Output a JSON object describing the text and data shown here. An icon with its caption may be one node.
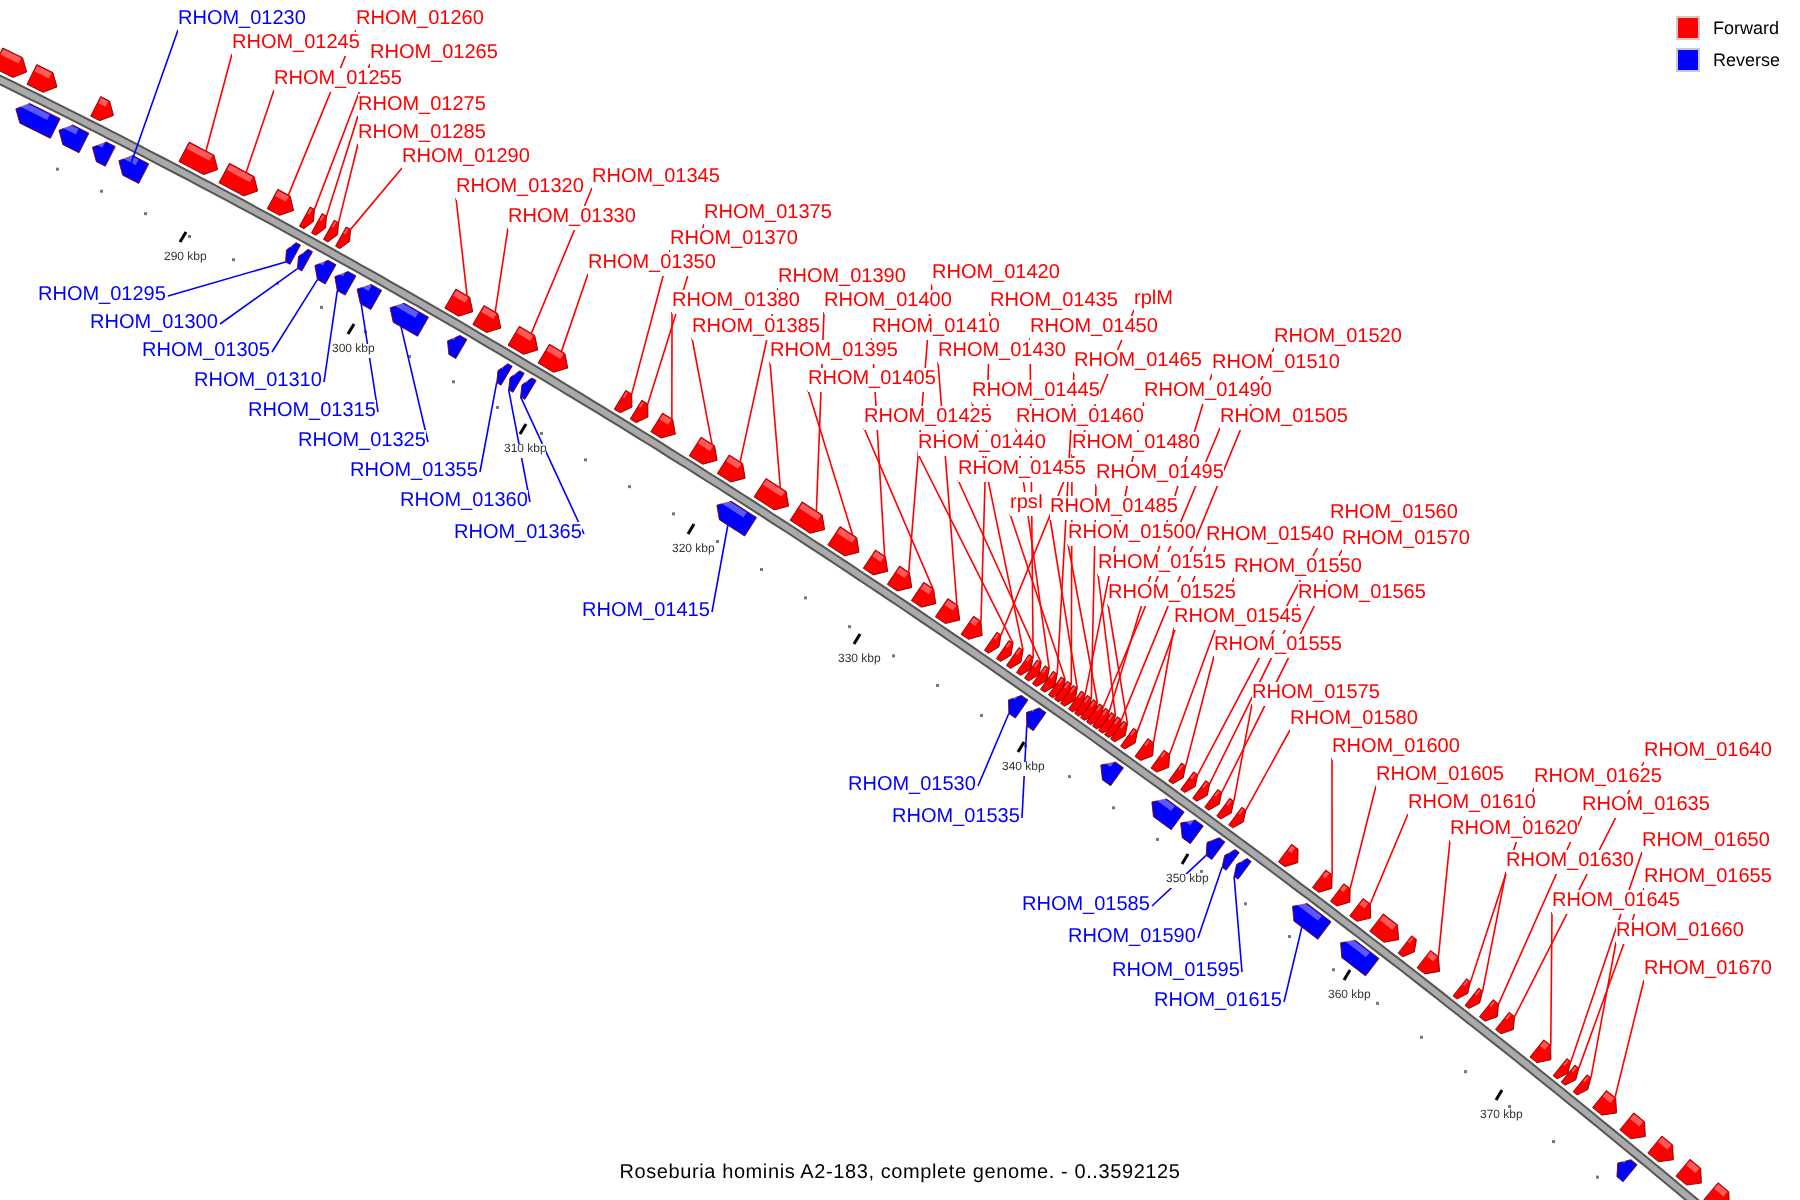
{
  "diagram": {
    "caption": "Roseburia hominis A2-183, complete genome. - 0..3592125",
    "nodes": [
      {
        "text": [
          "RHOM_01230"
        ]
      },
      {
        "text": [
          "RHOM_01245"
        ]
      },
      {
        "text": [
          "RHOM_01255"
        ]
      },
      {
        "text": [
          "RHOM_01260"
        ]
      },
      {
        "text": [
          "RHOM_01265"
        ]
      },
      {
        "text": [
          "RHOM_01275"
        ]
      },
      {
        "text": [
          "RHOM_01285"
        ]
      },
      {
        "text": [
          "RHOM_01290"
        ]
      },
      {
        "text": [
          "RHOM_01295"
        ]
      },
      {
        "text": [
          "RHOM_01300"
        ]
      },
      {
        "text": [
          "RHOM_01305"
        ]
      },
      {
        "text": [
          "RHOM_01310"
        ]
      },
      {
        "text": [
          "RHOM_01315"
        ]
      },
      {
        "text": [
          "RHOM_01320"
        ]
      },
      {
        "text": [
          "RHOM_01325"
        ]
      },
      {
        "text": [
          "RHOM_01330"
        ]
      },
      {
        "text": [
          "RHOM_01345"
        ]
      },
      {
        "text": [
          "RHOM_01350"
        ]
      },
      {
        "text": [
          "RHOM_01355"
        ]
      },
      {
        "text": [
          "RHOM_01360"
        ]
      },
      {
        "text": [
          "RHOM_01365"
        ]
      },
      {
        "text": [
          "RHOM_01370"
        ]
      },
      {
        "text": [
          "RHOM_01375"
        ]
      },
      {
        "text": [
          "RHOM_01380"
        ]
      },
      {
        "text": [
          "RHOM_01385"
        ]
      },
      {
        "text": [
          "RHOM_01390"
        ]
      },
      {
        "text": [
          "RHOM_01395"
        ]
      },
      {
        "text": [
          "RHOM_01400"
        ]
      },
      {
        "text": [
          "RHOM_01405"
        ]
      },
      {
        "text": [
          "RHOM_01410"
        ]
      },
      {
        "text": [
          "RHOM_01415"
        ]
      },
      {
        "text": [
          "RHOM_01420"
        ]
      },
      {
        "text": [
          "RHOM_01425"
        ]
      },
      {
        "text": [
          "RHOM_01430"
        ]
      },
      {
        "text": [
          "RHOM_01435"
        ]
      },
      {
        "text": [
          "rplM"
        ]
      },
      {
        "text": [
          "RHOM_01440"
        ]
      },
      {
        "text": [
          "RHOM_01445"
        ]
      },
      {
        "text": [
          "RHOM_01450"
        ]
      },
      {
        "text": [
          "RHOM_01455"
        ]
      },
      {
        "text": [
          "RHOM_01460"
        ]
      },
      {
        "text": [
          "RHOM_01465"
        ]
      },
      {
        "text": [
          "rpsI"
        ]
      },
      {
        "text": [
          "RHOM_01480"
        ]
      },
      {
        "text": [
          "RHOM_01485"
        ]
      },
      {
        "text": [
          "RHOM_01490"
        ]
      },
      {
        "text": [
          "RHOM_01495"
        ]
      },
      {
        "text": [
          "RHOM_01500"
        ]
      },
      {
        "text": [
          "RHOM_01505"
        ]
      },
      {
        "text": [
          "RHOM_01510"
        ]
      },
      {
        "text": [
          "RHOM_01515"
        ]
      },
      {
        "text": [
          "RHOM_01520"
        ]
      },
      {
        "text": [
          "RHOM_01525"
        ]
      },
      {
        "text": [
          "RHOM_01530"
        ]
      },
      {
        "text": [
          "RHOM_01535"
        ]
      },
      {
        "text": [
          "RHOM_01540"
        ]
      },
      {
        "text": [
          "RHOM_01545"
        ]
      },
      {
        "text": [
          "RHOM_01550"
        ]
      },
      {
        "text": [
          "RHOM_01555"
        ]
      },
      {
        "text": [
          "RHOM_01560"
        ]
      },
      {
        "text": [
          "RHOM_01565"
        ]
      },
      {
        "text": [
          "RHOM_01570"
        ]
      },
      {
        "text": [
          "RHOM_01575"
        ]
      },
      {
        "text": [
          "RHOM_01580"
        ]
      },
      {
        "text": [
          "RHOM_01585"
        ]
      },
      {
        "text": [
          "RHOM_01590"
        ]
      },
      {
        "text": [
          "RHOM_01595"
        ]
      },
      {
        "text": [
          "RHOM_01600"
        ]
      },
      {
        "text": [
          "RHOM_01605"
        ]
      },
      {
        "text": [
          "RHOM_01610"
        ]
      },
      {
        "text": [
          "RHOM_01615"
        ]
      },
      {
        "text": [
          "RHOM_01620"
        ]
      },
      {
        "text": [
          "RHOM_01625"
        ]
      },
      {
        "text": [
          "RHOM_01630"
        ]
      },
      {
        "text": [
          "RHOM_01635"
        ]
      },
      {
        "text": [
          "RHOM_01640"
        ]
      },
      {
        "text": [
          "RHOM_01645"
        ]
      },
      {
        "text": [
          "RHOM_01650"
        ]
      },
      {
        "text": [
          "RHOM_01655"
        ]
      },
      {
        "text": [
          "RHOM_01660"
        ]
      },
      {
        "text": [
          "RHOM_01670"
        ]
      },
      {
        "text": [],
        "shape": "box"
      },
      {
        "text": [],
        "shape": "box"
      },
      {
        "text": [],
        "shape": "box"
      },
      {
        "text": [],
        "shape": "box"
      },
      {
        "text": [],
        "shape": "box"
      },
      {
        "text": [],
        "shape": "box"
      },
      {
        "text": [],
        "shape": "box"
      },
      {
        "text": [],
        "shape": "box"
      },
      {
        "text": [],
        "shape": "box"
      },
      {
        "text": [],
        "shape": "box"
      },
      {
        "text": [],
        "shape": "box"
      },
      {
        "text": [],
        "shape": "box"
      },
      {
        "text": [],
        "shape": "box"
      },
      {
        "text": [],
        "shape": "box"
      },
      {
        "text": [],
        "shape": "box"
      },
      {
        "text": [],
        "shape": "box"
      },
      {
        "text": [],
        "shape": "box"
      },
      {
        "text": [],
        "shape": "box"
      },
      {
        "text": [],
        "shape": "box"
      },
      {
        "text": [],
        "shape": "box"
      },
      {
        "text": [],
        "shape": "box"
      },
      {
        "text": [],
        "shape": "box"
      },
      {
        "text": [],
        "shape": "box"
      },
      {
        "text": [],
        "shape": "box"
      },
      {
        "text": [],
        "shape": "box"
      },
      {
        "text": [],
        "shape": "box"
      },
      {
        "text": [],
        "shape": "box"
      },
      {
        "text": [],
        "shape": "box"
      },
      {
        "text": [],
        "shape": "box"
      },
      {
        "text": [],
        "shape": "box"
      },
      {
        "text": [],
        "shape": "box"
      },
      {
        "text": [],
        "shape": "box"
      },
      {
        "text": [],
        "shape": "box"
      },
      {
        "text": [],
        "shape": "box"
      },
      {
        "text": [],
        "shape": "box"
      },
      {
        "text": [],
        "shape": "box"
      },
      {
        "text": [],
        "shape": "box"
      },
      {
        "text": [],
        "shape": "box"
      },
      {
        "text": [],
        "shape": "box"
      },
      {
        "text": [],
        "shape": "box"
      },
      {
        "text": [],
        "shape": "box"
      },
      {
        "text": [],
        "shape": "box"
      },
      {
        "text": [],
        "shape": "box"
      },
      {
        "text": [],
        "shape": "box"
      },
      {
        "text": [],
        "shape": "box"
      },
      {
        "text": [],
        "shape": "box"
      },
      {
        "text": [],
        "shape": "box"
      },
      {
        "text": [],
        "shape": "box"
      },
      {
        "text": [],
        "shape": "box"
      },
      {
        "text": [],
        "shape": "box"
      },
      {
        "text": [],
        "shape": "box"
      },
      {
        "text": [],
        "shape": "box"
      },
      {
        "text": [],
        "shape": "box"
      },
      {
        "text": [],
        "shape": "box"
      },
      {
        "text": [],
        "shape": "box"
      },
      {
        "text": [],
        "shape": "box"
      },
      {
        "text": [],
        "shape": "box"
      },
      {
        "text": [],
        "shape": "box"
      },
      {
        "text": [],
        "shape": "box"
      },
      {
        "text": [],
        "shape": "box"
      },
      {
        "text": [],
        "shape": "box"
      },
      {
        "text": [],
        "shape": "box"
      },
      {
        "text": [],
        "shape": "box"
      },
      {
        "text": [],
        "shape": "box"
      },
      {
        "text": [],
        "shape": "box"
      },
      {
        "text": [],
        "shape": "box"
      },
      {
        "text": [],
        "shape": "box"
      },
      {
        "text": [],
        "shape": "box"
      },
      {
        "text": [],
        "shape": "box"
      },
      {
        "text": [],
        "shape": "box"
      },
      {
        "text": [],
        "shape": "box"
      },
      {
        "text": [],
        "shape": "box"
      },
      {
        "text": [],
        "shape": "box"
      },
      {
        "text": [],
        "shape": "box"
      },
      {
        "text": [],
        "shape": "box"
      },
      {
        "text": [],
        "shape": "box"
      },
      {
        "text": [],
        "shape": "box"
      },
      {
        "text": [],
        "shape": "box"
      },
      {
        "text": [],
        "shape": "box"
      },
      {
        "text": [],
        "shape": "box"
      },
      {
        "text": [],
        "shape": "box"
      },
      {
        "text": [],
        "shape": "box"
      },
      {
        "text": [],
        "shape": "box"
      },
      {
        "text": [],
        "shape": "box"
      },
      {
        "text": [],
        "shape": "box"
      },
      {
        "text": [],
        "shape": "box"
      },
      {
        "text": [],
        "shape": "box"
      },
      {
        "text": [],
        "shape": "box"
      },
      {
        "text": [],
        "shape": "box"
      },
      {
        "text": [],
        "shape": "box"
      },
      {
        "text": [],
        "shape": "box"
      },
      {
        "text": [],
        "shape": "box"
      },
      {
        "text": [],
        "shape": "box"
      },
      {
        "text": [],
        "shape": "box"
      },
      {
        "text": [],
        "shape": "box"
      },
      {
        "text": [],
        "shape": "box"
      },
      {
        "text": [],
        "shape": "box"
      },
      {
        "text": [],
        "shape": "box"
      },
      {
        "text": [],
        "shape": "box"
      },
      {
        "text": [],
        "shape": "box"
      }
    ],
    "edges": [
      {
        "from": 0,
        "to": 81,
        "arrow": "none",
        "color": "#0000ff"
      },
      {
        "from": 1,
        "to": 82,
        "arrow": "none"
      },
      {
        "from": 2,
        "to": 83,
        "arrow": "none"
      },
      {
        "from": 3,
        "to": 84,
        "arrow": "none"
      },
      {
        "from": 4,
        "to": 85,
        "arrow": "none"
      },
      {
        "from": 5,
        "to": 87,
        "arrow": "none"
      },
      {
        "from": 6,
        "to": 89,
        "arrow": "none"
      },
      {
        "from": 7,
        "to": 91,
        "arrow": "none"
      },
      {
        "from": 8,
        "to": 86,
        "arrow": "none",
        "color": "#0000ff"
      },
      {
        "from": 9,
        "to": 88,
        "arrow": "none",
        "color": "#0000ff"
      },
      {
        "from": 10,
        "to": 90,
        "arrow": "none",
        "color": "#0000ff"
      },
      {
        "from": 11,
        "to": 92,
        "arrow": "none",
        "color": "#0000ff"
      },
      {
        "from": 12,
        "to": 93,
        "arrow": "none",
        "color": "#0000ff"
      },
      {
        "from": 13,
        "to": 95,
        "arrow": "none"
      },
      {
        "from": 14,
        "to": 94,
        "arrow": "none",
        "color": "#0000ff"
      },
      {
        "from": 15,
        "to": 96,
        "arrow": "none"
      },
      {
        "from": 16,
        "to": 98,
        "arrow": "none"
      },
      {
        "from": 17,
        "to": 101,
        "arrow": "none"
      },
      {
        "from": 18,
        "to": 97,
        "arrow": "none",
        "color": "#0000ff"
      },
      {
        "from": 19,
        "to": 99,
        "arrow": "none",
        "color": "#0000ff"
      },
      {
        "from": 20,
        "to": 100,
        "arrow": "none",
        "color": "#0000ff"
      },
      {
        "from": 21,
        "to": 102,
        "arrow": "none"
      },
      {
        "from": 22,
        "to": 103,
        "arrow": "none"
      },
      {
        "from": 23,
        "to": 104,
        "arrow": "none"
      },
      {
        "from": 24,
        "to": 105,
        "arrow": "none"
      },
      {
        "from": 25,
        "to": 106,
        "arrow": "none"
      },
      {
        "from": 26,
        "to": 108,
        "arrow": "none"
      },
      {
        "from": 27,
        "to": 109,
        "arrow": "none"
      },
      {
        "from": 28,
        "to": 110,
        "arrow": "none"
      },
      {
        "from": 29,
        "to": 111,
        "arrow": "none"
      },
      {
        "from": 30,
        "to": 107,
        "arrow": "none",
        "color": "#0000ff"
      },
      {
        "from": 31,
        "to": 112,
        "arrow": "none"
      },
      {
        "from": 32,
        "to": 113,
        "arrow": "none"
      },
      {
        "from": 33,
        "to": 114,
        "arrow": "none"
      },
      {
        "from": 34,
        "to": 115,
        "arrow": "none"
      },
      {
        "from": 35,
        "to": 116,
        "arrow": "none"
      },
      {
        "from": 36,
        "to": 117,
        "arrow": "none"
      },
      {
        "from": 37,
        "to": 118,
        "arrow": "none"
      },
      {
        "from": 38,
        "to": 119,
        "arrow": "none"
      },
      {
        "from": 39,
        "to": 120,
        "arrow": "none"
      },
      {
        "from": 40,
        "to": 122,
        "arrow": "none"
      },
      {
        "from": 41,
        "to": 123,
        "arrow": "none"
      },
      {
        "from": 42,
        "to": 125,
        "arrow": "none"
      },
      {
        "from": 43,
        "to": 126,
        "arrow": "none"
      },
      {
        "from": 44,
        "to": 127,
        "arrow": "none"
      },
      {
        "from": 45,
        "to": 128,
        "arrow": "none"
      },
      {
        "from": 46,
        "to": 129,
        "arrow": "none"
      },
      {
        "from": 47,
        "to": 130,
        "arrow": "none"
      },
      {
        "from": 48,
        "to": 131,
        "arrow": "none"
      },
      {
        "from": 49,
        "to": 132,
        "arrow": "none"
      },
      {
        "from": 50,
        "to": 133,
        "arrow": "none"
      },
      {
        "from": 51,
        "to": 134,
        "arrow": "none"
      },
      {
        "from": 52,
        "to": 135,
        "arrow": "none"
      },
      {
        "from": 53,
        "to": 121,
        "arrow": "none",
        "color": "#0000ff"
      },
      {
        "from": 54,
        "to": 124,
        "arrow": "none",
        "color": "#0000ff"
      },
      {
        "from": 55,
        "to": 136,
        "arrow": "none"
      },
      {
        "from": 56,
        "to": 137,
        "arrow": "none"
      },
      {
        "from": 57,
        "to": 138,
        "arrow": "none"
      },
      {
        "from": 58,
        "to": 139,
        "arrow": "none"
      },
      {
        "from": 59,
        "to": 140,
        "arrow": "none"
      },
      {
        "from": 60,
        "to": 141,
        "arrow": "none"
      },
      {
        "from": 61,
        "to": 142,
        "arrow": "none"
      },
      {
        "from": 62,
        "to": 143,
        "arrow": "none"
      },
      {
        "from": 63,
        "to": 145,
        "arrow": "none"
      },
      {
        "from": 64,
        "to": 144,
        "arrow": "none",
        "color": "#0000ff"
      },
      {
        "from": 65,
        "to": 146,
        "arrow": "none",
        "color": "#0000ff"
      },
      {
        "from": 66,
        "to": 147,
        "arrow": "none",
        "color": "#0000ff"
      },
      {
        "from": 67,
        "to": 148,
        "arrow": "none"
      },
      {
        "from": 68,
        "to": 150,
        "arrow": "none"
      },
      {
        "from": 69,
        "to": 151,
        "arrow": "none"
      },
      {
        "from": 70,
        "to": 149,
        "arrow": "none",
        "color": "#0000ff"
      },
      {
        "from": 71,
        "to": 152,
        "arrow": "none"
      },
      {
        "from": 72,
        "to": 153,
        "arrow": "none"
      },
      {
        "from": 73,
        "to": 154,
        "arrow": "none"
      },
      {
        "from": 74,
        "to": 155,
        "arrow": "none"
      },
      {
        "from": 75,
        "to": 156,
        "arrow": "none"
      },
      {
        "from": 76,
        "to": 157,
        "arrow": "none"
      },
      {
        "from": 77,
        "to": 158,
        "arrow": "none"
      },
      {
        "from": 78,
        "to": 159,
        "arrow": "none"
      },
      {
        "from": 79,
        "to": 160,
        "arrow": "none"
      },
      {
        "from": 80,
        "to": 161,
        "arrow": "none"
      }
    ],
    "labels": [
      "290 kbp",
      "300 kbp",
      "310 kbp",
      "320 kbp",
      "330 kbp",
      "340 kbp",
      "350 kbp",
      "360 kbp",
      "370 kbp"
    ],
    "legend": [
      {
        "text": "Forward",
        "color": "#ff0000"
      },
      {
        "text": "Reverse",
        "color": "#0000ff"
      }
    ]
  }
}
